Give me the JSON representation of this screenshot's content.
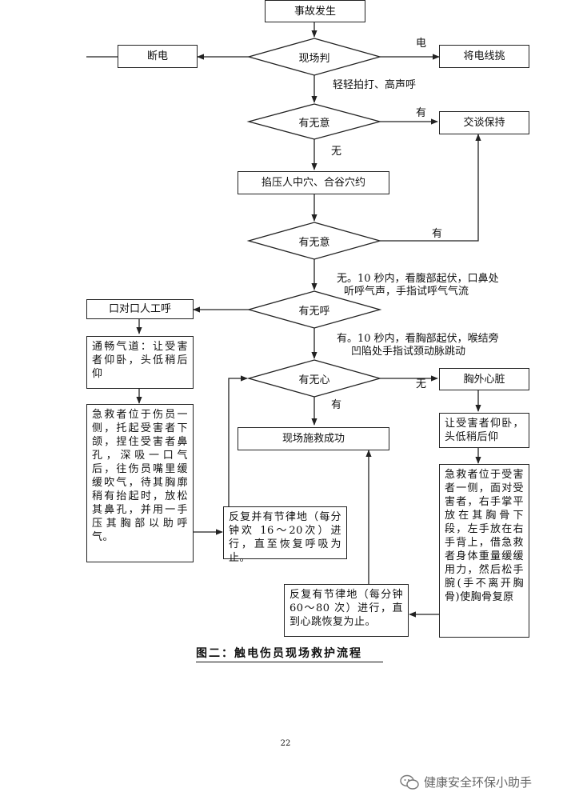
{
  "flowchart": {
    "caption": "图二：触电伤员现场救护流程",
    "page_number": "22",
    "watermark": "健康安全环保小助手",
    "nodes": {
      "accident": "事故发生",
      "judge": "现场判",
      "power_off": "断电",
      "pick_wire": "将电线挑",
      "pat_call": "轻轻拍打、高声呼",
      "conscious1": "有无意",
      "keep_talking": "交谈保持",
      "press_points": "掐压人中穴、合谷穴约",
      "conscious2": "有无意",
      "breathing": "有无呼",
      "mouth_to_mouth": "口对口人工呼",
      "airway": "通畅气道：让受害者仰卧，头低稍后仰",
      "rescue_breath": "急救者位于伤员一侧，托起受害者下颌，捏住受害者鼻孔，深吸一口气后，往伤员嘴里缓缓吹气，待其胸廓稍有抬起时，放松其鼻孔，并用一手压其胸部以助呼气。",
      "repeat_breath": "反复并有节律地（每分钟欢 16～20次）进行，直至恢复呼吸为止。",
      "heartbeat": "有无心",
      "success": "现场施救成功",
      "cpr": "胸外心脏",
      "supine": "让受害者仰卧，头低稍后仰",
      "compression": "急救者位于受害者一侧，面对受害者，右手掌平放在其胸骨下段，左手放在右手背上，借急救者身体重量缓缓用力，然后松手腕(手不离开胸骨)使胸骨复原",
      "repeat_cpr": "反复有节律地（每分钟 60～80 次）进行，直到心跳恢复为止。"
    },
    "edge_labels": {
      "yes1": "有",
      "no1": "无",
      "yes2": "有",
      "no_breath_note_line1": "无。10 秒内，看腹部起伏，口鼻处",
      "no_breath_note_line2": "听呼气声，手指试呼气气流",
      "yes_breath_note_line1": "有。10 秒内，看胸部起伏，喉结旁",
      "yes_breath_note_line2": "凹陷处手指试颈动脉跳动",
      "no_heart": "无",
      "yes_heart": "有",
      "power_label": "电"
    }
  }
}
